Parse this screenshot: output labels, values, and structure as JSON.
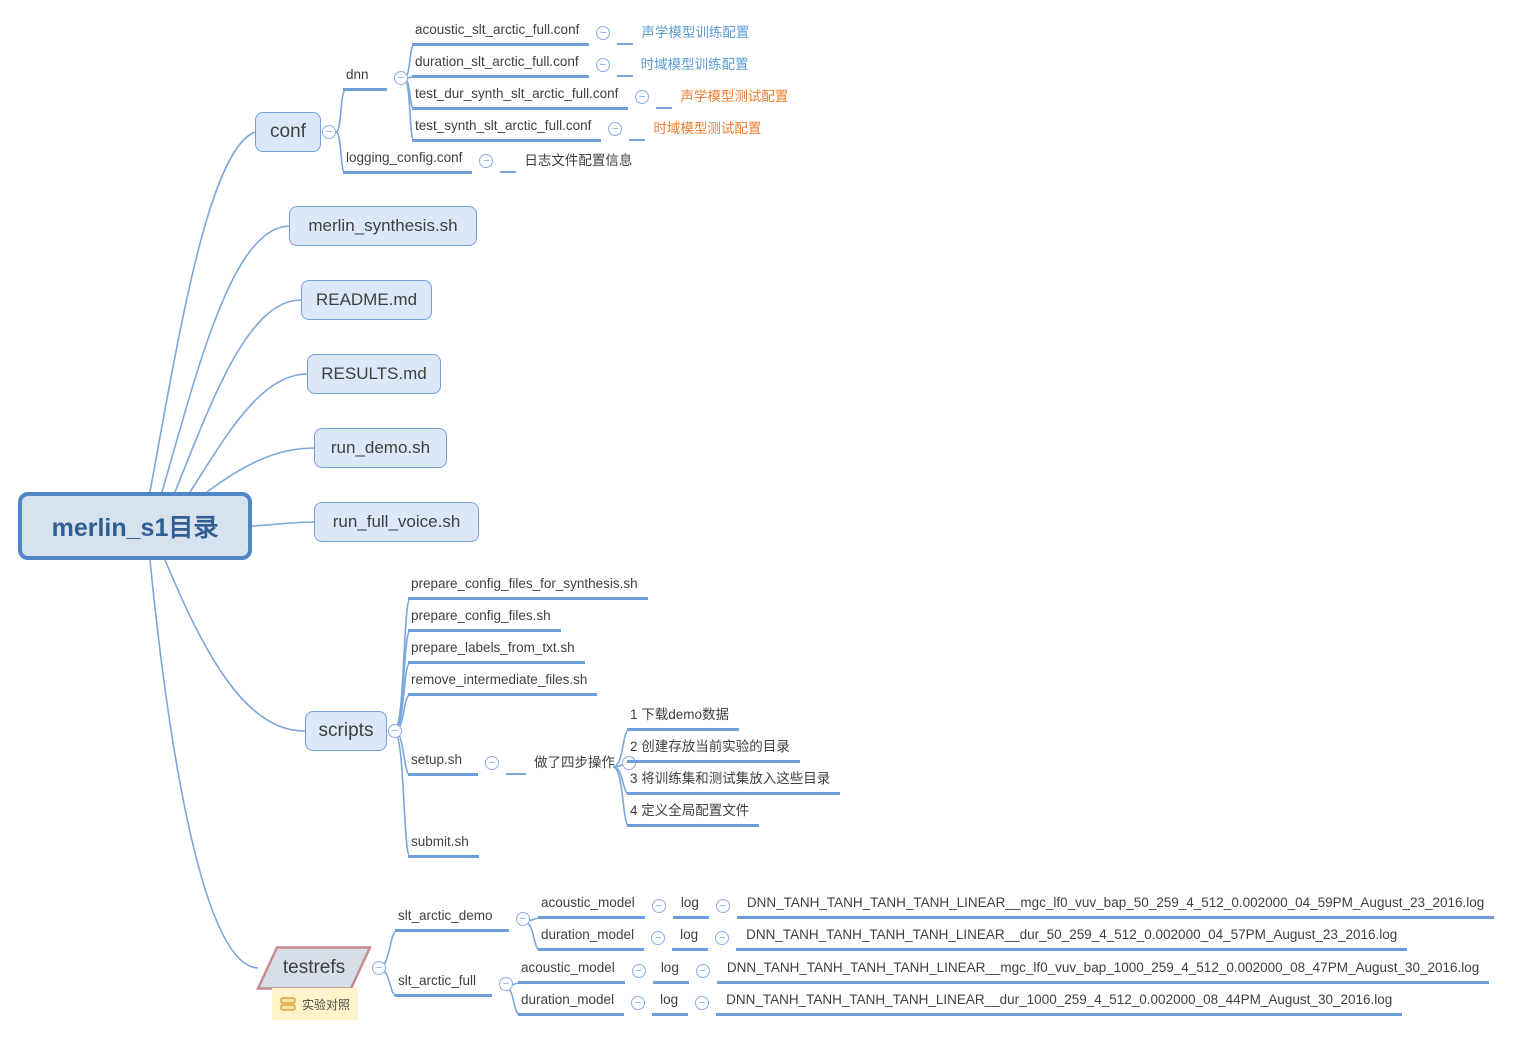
{
  "root": {
    "label": "merlin_s1目录"
  },
  "colors": {
    "line": "#7ba7db",
    "bar": "#6d9ed9",
    "box_fill": "#dce8f7",
    "box_border": "#74a1d8",
    "root_fill": "#d8e1ee",
    "root_border": "#4e86c6",
    "root_text": "#2d5e94",
    "note_blue": "#5b9bd5",
    "note_orange": "#ed7d31",
    "tag_fill": "#fef3c9"
  },
  "conf": {
    "label": "conf",
    "dnn": {
      "label": "dnn",
      "files": [
        {
          "name": "acoustic_slt_arctic_full.conf",
          "note": "声学模型训练配置",
          "tone": "blue"
        },
        {
          "name": "duration_slt_arctic_full.conf",
          "note": "时域模型训练配置",
          "tone": "blue"
        },
        {
          "name": "test_dur_synth_slt_arctic_full.conf",
          "note": "声学模型测试配置",
          "tone": "orange"
        },
        {
          "name": "test_synth_slt_arctic_full.conf",
          "note": "时域模型测试配置",
          "tone": "orange"
        }
      ]
    },
    "logging": {
      "name": "logging_config.conf",
      "note": "日志文件配置信息",
      "tone": "dark"
    }
  },
  "shell_files": [
    {
      "label": "merlin_synthesis.sh"
    },
    {
      "label": "README.md"
    },
    {
      "label": "RESULTS.md"
    },
    {
      "label": "run_demo.sh"
    },
    {
      "label": "run_full_voice.sh"
    }
  ],
  "scripts": {
    "label": "scripts",
    "files": [
      {
        "name": "prepare_config_files_for_synthesis.sh"
      },
      {
        "name": "prepare_config_files.sh"
      },
      {
        "name": "prepare_labels_from_txt.sh"
      },
      {
        "name": "remove_intermediate_files.sh"
      }
    ],
    "setup": {
      "name": "setup.sh",
      "note": "做了四步操作",
      "tone": "dark",
      "steps": [
        {
          "text": "1 下载demo数据"
        },
        {
          "text": "2 创建存放当前实验的目录"
        },
        {
          "text": "3 将训练集和测试集放入这些目录"
        },
        {
          "text": "4 定义全局配置文件"
        }
      ]
    },
    "submit": {
      "name": "submit.sh"
    }
  },
  "testrefs": {
    "label": "testrefs",
    "tag": "实验对照",
    "groups": [
      {
        "name": "slt_arctic_demo",
        "models": [
          {
            "name": "acoustic_model",
            "folder": "log",
            "file": "DNN_TANH_TANH_TANH_TANH_LINEAR__mgc_lf0_vuv_bap_50_259_4_512_0.002000_04_59PM_August_23_2016.log"
          },
          {
            "name": "duration_model",
            "folder": "log",
            "file": "DNN_TANH_TANH_TANH_TANH_LINEAR__dur_50_259_4_512_0.002000_04_57PM_August_23_2016.log"
          }
        ]
      },
      {
        "name": "slt_arctic_full",
        "models": [
          {
            "name": "acoustic_model",
            "folder": "log",
            "file": "DNN_TANH_TANH_TANH_TANH_LINEAR__mgc_lf0_vuv_bap_1000_259_4_512_0.002000_08_47PM_August_30_2016.log"
          },
          {
            "name": "duration_model",
            "folder": "log",
            "file": "DNN_TANH_TANH_TANH_TANH_LINEAR__dur_1000_259_4_512_0.002000_08_44PM_August_30_2016.log"
          }
        ]
      }
    ]
  }
}
